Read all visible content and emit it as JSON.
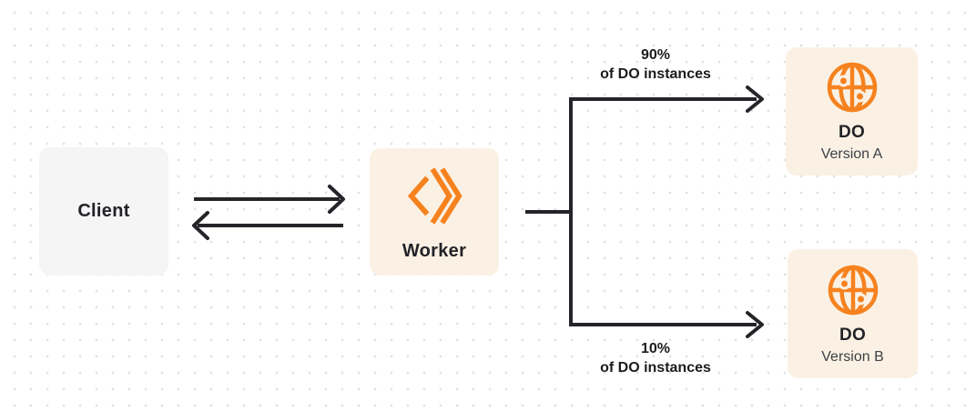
{
  "nodes": {
    "client": {
      "label": "Client"
    },
    "worker": {
      "label": "Worker",
      "icon": "workers-icon"
    },
    "do_a": {
      "title": "DO",
      "subtitle": "Version A",
      "icon": "durable-object-globe-icon"
    },
    "do_b": {
      "title": "DO",
      "subtitle": "Version B",
      "icon": "durable-object-globe-icon"
    }
  },
  "edge_labels": {
    "top": {
      "line1": "90%",
      "line2": "of DO instances"
    },
    "bottom": {
      "line1": "10%",
      "line2": "of DO instances"
    }
  },
  "colors": {
    "accent_orange": "#f6821f",
    "node_cream": "#faf1e4",
    "node_gray": "#f5f5f6",
    "line_dark": "#242529",
    "dot_grid": "#e1e1e4"
  }
}
